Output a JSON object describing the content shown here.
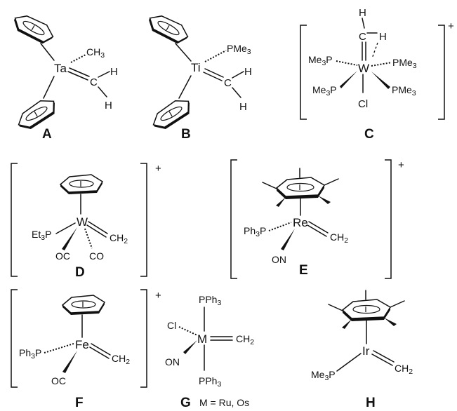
{
  "structures": {
    "A": {
      "label": "A",
      "metal": "Ta",
      "ligand": "CH3",
      "carbon": "C",
      "h1": "H",
      "h2": "H"
    },
    "B": {
      "label": "B",
      "metal": "Ti",
      "ligand": "PMe3",
      "carbon": "C",
      "h1": "H",
      "h2": "H"
    },
    "C": {
      "label": "C",
      "metal": "W",
      "carbon": "C",
      "h1": "H",
      "h2": "H",
      "ul": "Me3P",
      "ur": "PMe3",
      "ll": "Me3P",
      "lr": "PMe3",
      "bottom": "Cl",
      "charge": "+"
    },
    "D": {
      "label": "D",
      "metal": "W",
      "left": "Et3P",
      "right": "CH2",
      "co1": "OC",
      "co2": "CO",
      "charge": "+"
    },
    "E": {
      "label": "E",
      "metal": "Re",
      "left": "Ph3P",
      "right": "CH2",
      "no": "ON",
      "charge": "+"
    },
    "F": {
      "label": "F",
      "metal": "Fe",
      "left": "Ph3P",
      "right": "CH2",
      "co": "OC",
      "charge": "+"
    },
    "G": {
      "label": "G",
      "caption": "M = Ru, Os",
      "metal": "M",
      "top": "PPh3",
      "bottom": "PPh3",
      "cl": "Cl",
      "no": "ON",
      "right": "CH2"
    },
    "H": {
      "label": "H",
      "metal": "Ir",
      "left": "Me3P",
      "right": "CH2"
    }
  }
}
